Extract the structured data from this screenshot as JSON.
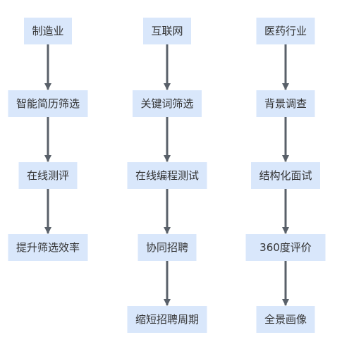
{
  "diagram": {
    "columns": [
      {
        "id": "manufacturing",
        "nodes": [
          "制造业",
          "智能简历筛选",
          "在线测评",
          "提升筛选效率"
        ]
      },
      {
        "id": "internet",
        "nodes": [
          "互联网",
          "关键词筛选",
          "在线编程测试",
          "协同招聘",
          "缩短招聘周期"
        ]
      },
      {
        "id": "pharma",
        "nodes": [
          "医药行业",
          "背景调查",
          "结构化面试",
          "360度评价",
          "全景画像"
        ]
      }
    ]
  },
  "colors": {
    "node_fill": "#d9e7fb",
    "arrow": "#596069",
    "text": "#333333",
    "background": "#ffffff"
  }
}
